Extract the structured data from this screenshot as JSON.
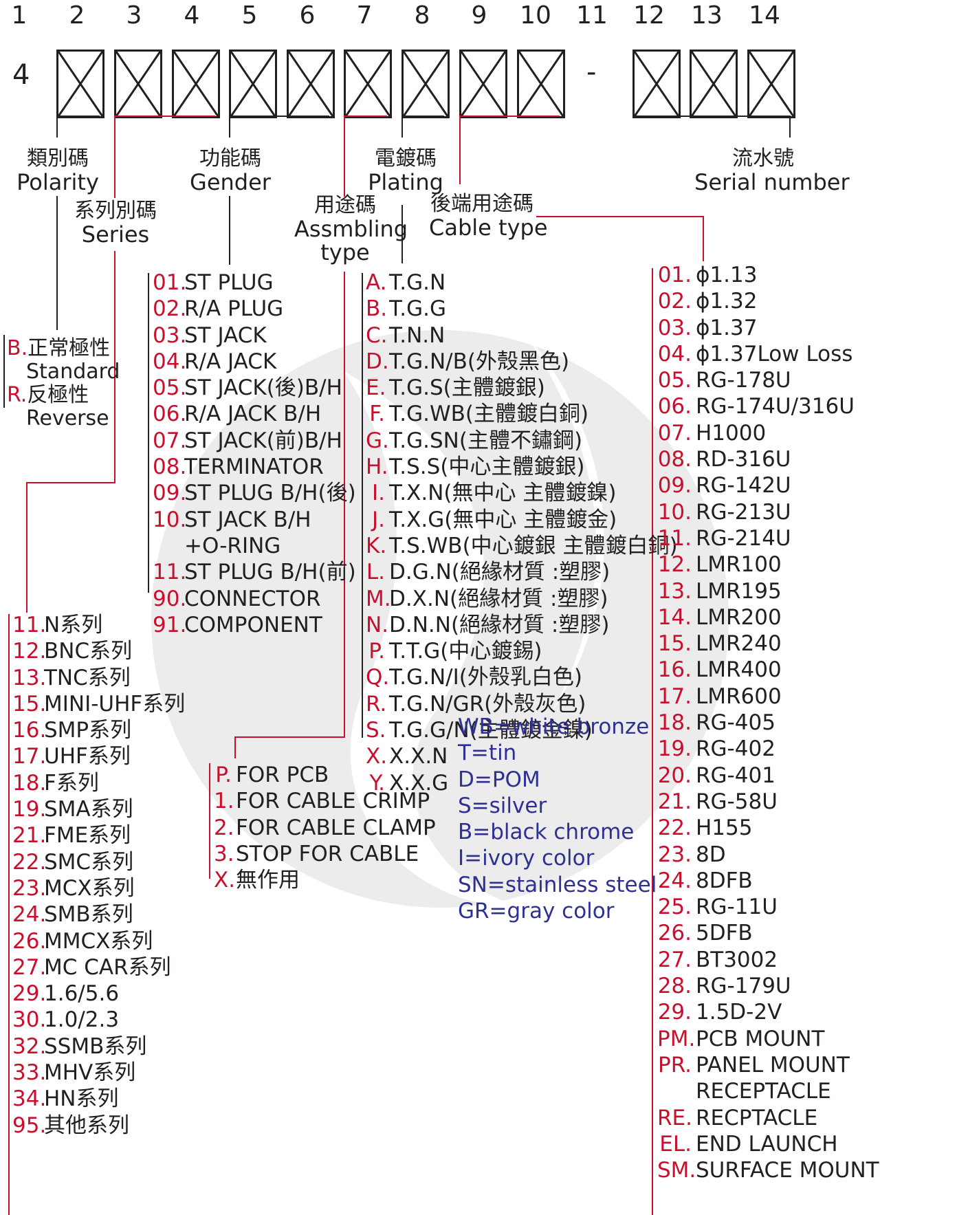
{
  "positions": [
    "1",
    "2",
    "3",
    "4",
    "5",
    "6",
    "7",
    "8",
    "9",
    "10",
    "11",
    "12",
    "13",
    "14"
  ],
  "lead_digit": "4",
  "separator": "-",
  "headers": {
    "polarity": {
      "cn": "類別碼",
      "en": "Polarity"
    },
    "series": {
      "cn": "系列別碼",
      "en": "Series"
    },
    "gender": {
      "cn": "功能碼",
      "en": "Gender"
    },
    "assembling": {
      "cn": "用途碼",
      "en1": "Assmbling",
      "en2": "type"
    },
    "plating": {
      "cn": "電鍍碼",
      "en": "Plating"
    },
    "cable_type": {
      "cn": "後端用途碼",
      "en": "Cable type"
    },
    "serial": {
      "cn": "流水號",
      "en": "Serial number"
    }
  },
  "polarity": [
    {
      "code": "B.",
      "cn": "正常極性",
      "en": "Standard"
    },
    {
      "code": "R.",
      "cn": "反極性",
      "en": "Reverse"
    }
  ],
  "gender": [
    {
      "code": "01.",
      "label": "ST PLUG"
    },
    {
      "code": "02.",
      "label": "R/A PLUG"
    },
    {
      "code": "03.",
      "label": "ST JACK"
    },
    {
      "code": "04.",
      "label": "R/A JACK"
    },
    {
      "code": "05.",
      "label": "ST JACK(後)B/H"
    },
    {
      "code": "06.",
      "label": "R/A JACK B/H"
    },
    {
      "code": "07.",
      "label": "ST JACK(前)B/H"
    },
    {
      "code": "08.",
      "label": "TERMINATOR"
    },
    {
      "code": "09.",
      "label": "ST PLUG B/H(後)"
    },
    {
      "code": "10.",
      "label": "ST JACK B/H"
    },
    {
      "code": "",
      "label": "+O-RING"
    },
    {
      "code": "11.",
      "label": "ST PLUG B/H(前)"
    },
    {
      "code": "90.",
      "label": "CONNECTOR"
    },
    {
      "code": "91.",
      "label": "COMPONENT"
    }
  ],
  "plating": [
    {
      "code": "A.",
      "label": "T.G.N"
    },
    {
      "code": "B.",
      "label": "T.G.G"
    },
    {
      "code": "C.",
      "label": "T.N.N"
    },
    {
      "code": "D.",
      "label": "T.G.N/B(外殼黑色)"
    },
    {
      "code": "E.",
      "label": "T.G.S(主體鍍銀)"
    },
    {
      "code": "F.",
      "label": "T.G.WB(主體鍍白銅)"
    },
    {
      "code": "G.",
      "label": "T.G.SN(主體不鏽鋼)"
    },
    {
      "code": "H.",
      "label": "T.S.S(中心主體鍍銀)"
    },
    {
      "code": "I.",
      "label": "T.X.N(無中心 主體鍍鎳)"
    },
    {
      "code": "J.",
      "label": "T.X.G(無中心 主體鍍金)"
    },
    {
      "code": "K.",
      "label": "T.S.WB(中心鍍銀 主體鍍白銅)"
    },
    {
      "code": "L.",
      "label": "D.G.N(絕緣材質 :塑膠)"
    },
    {
      "code": "M.",
      "label": "D.X.N(絕緣材質 :塑膠)"
    },
    {
      "code": "N.",
      "label": "D.N.N(絕緣材質 :塑膠)"
    },
    {
      "code": "P.",
      "label": "T.T.G(中心鍍錫)"
    },
    {
      "code": "Q.",
      "label": "T.G.N/I(外殼乳白色)"
    },
    {
      "code": "R.",
      "label": "T.G.N/GR(外殼灰色)"
    },
    {
      "code": "S.",
      "label": "T.G.G/N(主體鍍金鎳)"
    },
    {
      "code": "X.",
      "label": "X.X.N"
    },
    {
      "code": "Y.",
      "label": "X.X.G"
    }
  ],
  "plating_notes": [
    "WB=white bronze",
    "T=tin",
    "D=POM",
    "S=silver",
    "B=black chrome",
    "I=ivory color",
    "SN=stainless steel",
    "GR=gray color"
  ],
  "assembling": [
    {
      "code": "P.",
      "label": "FOR PCB"
    },
    {
      "code": "1.",
      "label": "FOR CABLE CRIMP"
    },
    {
      "code": "2.",
      "label": "FOR CABLE CLAMP"
    },
    {
      "code": "3.",
      "label": "STOP FOR CABLE"
    },
    {
      "code": "X.",
      "label": "無作用"
    }
  ],
  "series": [
    {
      "code": "11.",
      "label": "N系列"
    },
    {
      "code": "12.",
      "label": "BNC系列"
    },
    {
      "code": "13.",
      "label": "TNC系列"
    },
    {
      "code": "15.",
      "label": "MINI-UHF系列"
    },
    {
      "code": "16.",
      "label": "SMP系列"
    },
    {
      "code": "17.",
      "label": "UHF系列"
    },
    {
      "code": "18.",
      "label": "F系列"
    },
    {
      "code": "19.",
      "label": "SMA系列"
    },
    {
      "code": "21.",
      "label": "FME系列"
    },
    {
      "code": "22.",
      "label": "SMC系列"
    },
    {
      "code": "23.",
      "label": "MCX系列"
    },
    {
      "code": "24.",
      "label": "SMB系列"
    },
    {
      "code": "26.",
      "label": "MMCX系列"
    },
    {
      "code": "27.",
      "label": "MC CAR系列"
    },
    {
      "code": "29.",
      "label": "1.6/5.6"
    },
    {
      "code": "30.",
      "label": "1.0/2.3"
    },
    {
      "code": "32.",
      "label": "SSMB系列"
    },
    {
      "code": "33.",
      "label": "MHV系列"
    },
    {
      "code": "34.",
      "label": "HN系列"
    },
    {
      "code": "95.",
      "label": "其他系列"
    }
  ],
  "cable_type": [
    {
      "code": "01.",
      "label": "ϕ1.13"
    },
    {
      "code": "02.",
      "label": "ϕ1.32"
    },
    {
      "code": "03.",
      "label": "ϕ1.37"
    },
    {
      "code": "04.",
      "label": "ϕ1.37Low Loss"
    },
    {
      "code": "05.",
      "label": "RG-178U"
    },
    {
      "code": "06.",
      "label": "RG-174U/316U"
    },
    {
      "code": "07.",
      "label": "H1000"
    },
    {
      "code": "08.",
      "label": "RD-316U"
    },
    {
      "code": "09.",
      "label": "RG-142U"
    },
    {
      "code": "10.",
      "label": "RG-213U"
    },
    {
      "code": "11.",
      "label": "RG-214U"
    },
    {
      "code": "12.",
      "label": "LMR100"
    },
    {
      "code": "13.",
      "label": "LMR195"
    },
    {
      "code": "14.",
      "label": "LMR200"
    },
    {
      "code": "15.",
      "label": "LMR240"
    },
    {
      "code": "16.",
      "label": "LMR400"
    },
    {
      "code": "17.",
      "label": "LMR600"
    },
    {
      "code": "18.",
      "label": "RG-405"
    },
    {
      "code": "19.",
      "label": "RG-402"
    },
    {
      "code": "20.",
      "label": "RG-401"
    },
    {
      "code": "21.",
      "label": "RG-58U"
    },
    {
      "code": "22.",
      "label": "H155"
    },
    {
      "code": "23.",
      "label": "8D"
    },
    {
      "code": "24.",
      "label": "8DFB"
    },
    {
      "code": "25.",
      "label": "RG-11U"
    },
    {
      "code": "26.",
      "label": "5DFB"
    },
    {
      "code": "27.",
      "label": "BT3002"
    },
    {
      "code": "28.",
      "label": "RG-179U"
    },
    {
      "code": "29.",
      "label": "1.5D-2V"
    },
    {
      "code": "PM.",
      "label": "PCB MOUNT"
    },
    {
      "code": "PR.",
      "label": "PANEL MOUNT"
    },
    {
      "code": "",
      "label": "RECEPTACLE"
    },
    {
      "code": "RE.",
      "label": "RECPTACLE"
    },
    {
      "code": "EL.",
      "label": "END LAUNCH"
    },
    {
      "code": "SM.",
      "label": "SURFACE MOUNT"
    }
  ],
  "colors": {
    "code_red": "#c8102e",
    "text": "#231f20",
    "note_blue": "#2e3192"
  }
}
